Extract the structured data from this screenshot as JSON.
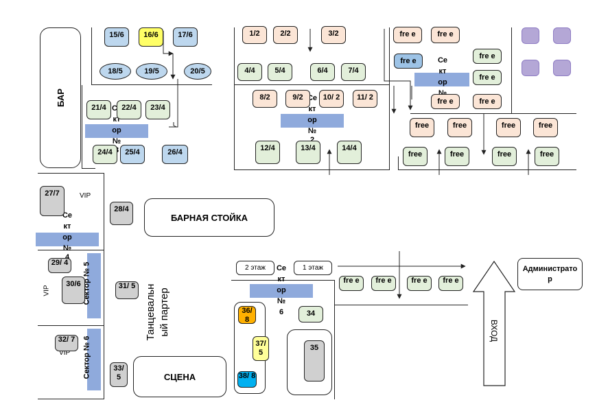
{
  "areas": {
    "bar": "БАР",
    "bar_counter": "БАРНАЯ СТОЙКА",
    "stage": "СЦЕНА",
    "admin": "Администратор",
    "entrance": "ВХОД",
    "dance_floor_line1": "Танцевальн",
    "dance_floor_line2": "ый партер",
    "floor2": "2 этаж",
    "floor1": "1 этаж",
    "vip1": "VIP",
    "vip2": "VIP",
    "vip3": "VIP"
  },
  "sectors": {
    "s1": [
      "Се",
      "кт",
      "ор",
      "№",
      "1"
    ],
    "s2": [
      "Се",
      "кт",
      "ор",
      "№",
      "2"
    ],
    "s3": [
      "Се",
      "кт",
      "ор",
      "№",
      "3"
    ],
    "s4": [
      "Се",
      "кт",
      "ор",
      "№",
      "4"
    ],
    "s5": "Сектор № 5",
    "s6": "Сектор № 6",
    "s7": [
      "Се",
      "кт",
      "ор",
      "№",
      "6"
    ]
  },
  "tables": {
    "t15": "15/6",
    "t16": "16/6",
    "t17": "17/6",
    "t18": "18/5",
    "t19": "19/5",
    "t20": "20/5",
    "t21": "21/4",
    "t22": "22/4",
    "t23": "23/4",
    "t24": "24/4",
    "t25": "25/4",
    "t26": "26/4",
    "t1": "1/2",
    "t2": "2/2",
    "t3": "3/2",
    "t4": "4/4",
    "t5": "5/4",
    "t6": "6/4",
    "t7": "7/4",
    "t8": "8/2",
    "t9": "9/2",
    "t10": "10/ 2",
    "t11": "11/ 2",
    "t12": "12/4",
    "t13": "13/4",
    "t14": "14/4",
    "t27": "27/7",
    "t28": "28/4",
    "t29": "29/ 4",
    "t30": "30/6",
    "t31": "31/ 5",
    "t32": "32/ 7",
    "t33": "33/ 5",
    "t34": "34",
    "t35": "35",
    "t36": "36/ 8",
    "t37": "37/ 5",
    "t38": "38/ 8"
  },
  "free": {
    "label": "free",
    "split": "fre e"
  }
}
